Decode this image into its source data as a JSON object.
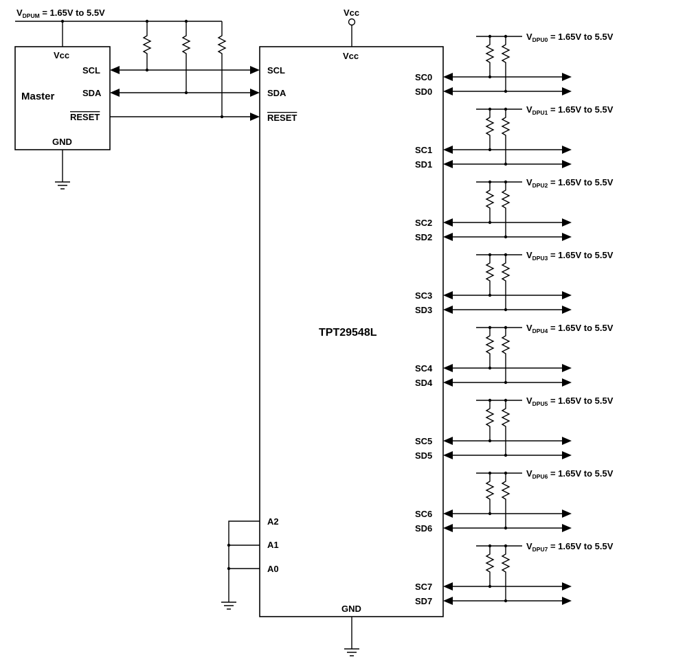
{
  "master": {
    "supply_prefix": "V",
    "supply_sub": "DPUM",
    "supply_range": " = 1.65V to 5.5V",
    "title": "Master",
    "pin_vcc": "Vcc",
    "pin_scl": "SCL",
    "pin_sda": "SDA",
    "pin_reset": "RESET",
    "pin_gnd": "GND"
  },
  "chip": {
    "name": "TPT29548L",
    "vcc_top": "Vcc",
    "pin_vcc": "Vcc",
    "pin_scl": "SCL",
    "pin_sda": "SDA",
    "pin_reset": "RESET",
    "pin_a2": "A2",
    "pin_a1": "A1",
    "pin_a0": "A0",
    "pin_gnd": "GND"
  },
  "channels": [
    {
      "sc": "SC0",
      "sd": "SD0",
      "supply_prefix": "V",
      "supply_sub": "DPU0",
      "supply_range": " = 1.65V to 5.5V"
    },
    {
      "sc": "SC1",
      "sd": "SD1",
      "supply_prefix": "V",
      "supply_sub": "DPU1",
      "supply_range": " = 1.65V to 5.5V"
    },
    {
      "sc": "SC2",
      "sd": "SD2",
      "supply_prefix": "V",
      "supply_sub": "DPU2",
      "supply_range": " = 1.65V to 5.5V"
    },
    {
      "sc": "SC3",
      "sd": "SD3",
      "supply_prefix": "V",
      "supply_sub": "DPU3",
      "supply_range": " = 1.65V to 5.5V"
    },
    {
      "sc": "SC4",
      "sd": "SD4",
      "supply_prefix": "V",
      "supply_sub": "DPU4",
      "supply_range": " = 1.65V to 5.5V"
    },
    {
      "sc": "SC5",
      "sd": "SD5",
      "supply_prefix": "V",
      "supply_sub": "DPU5",
      "supply_range": " = 1.65V to 5.5V"
    },
    {
      "sc": "SC6",
      "sd": "SD6",
      "supply_prefix": "V",
      "supply_sub": "DPU6",
      "supply_range": " = 1.65V to 5.5V"
    },
    {
      "sc": "SC7",
      "sd": "SD7",
      "supply_prefix": "V",
      "supply_sub": "DPU7",
      "supply_range": " = 1.65V to 5.5V"
    }
  ]
}
